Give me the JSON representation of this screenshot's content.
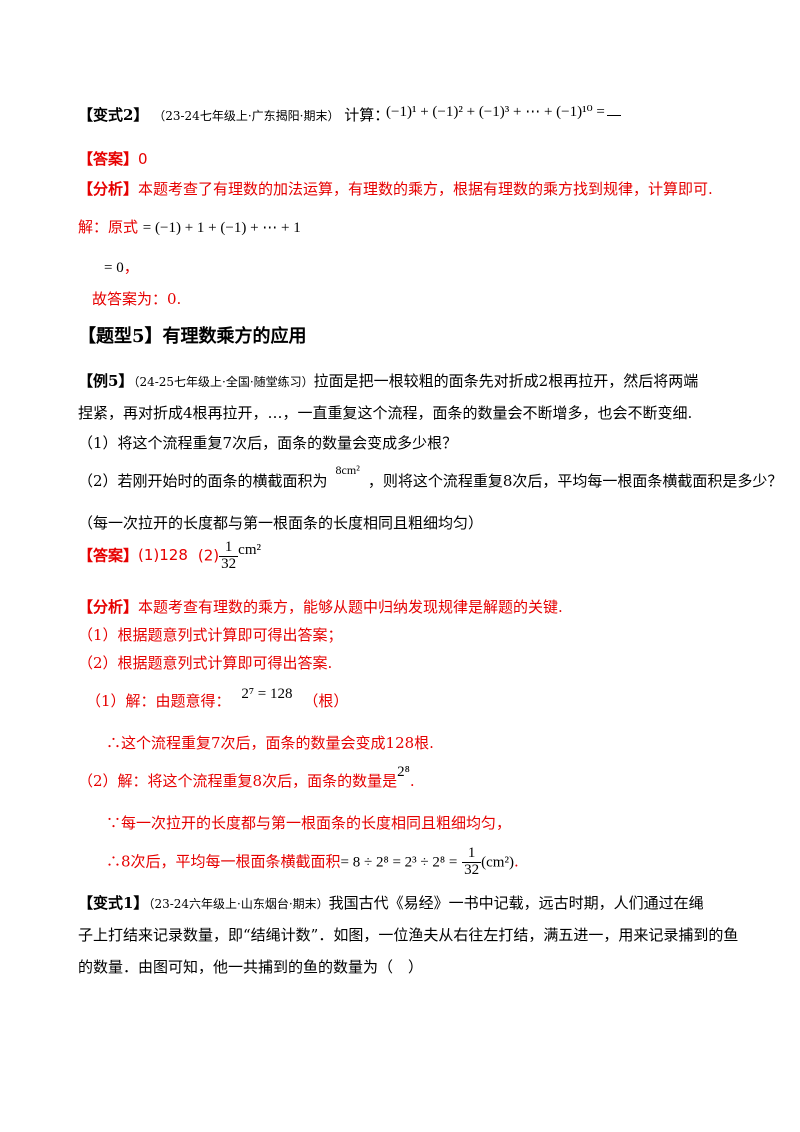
{
  "variant2": {
    "tag": "【变式2】",
    "source": "（23-24七年级上·广东揭阳·期末）",
    "prompt": "计算：",
    "expr": "(−1)¹ + (−1)² + (−1)³ + ⋯ + (−1)¹⁰ =",
    "answer_label": "【答案】",
    "answer_value": "0",
    "analysis_label": "【分析】",
    "analysis_text": "本题考查了有理数的加法运算，有理数的乘方，根据有理数的乘方找到规律，计算即可.",
    "solution_prefix": "解：原式",
    "solution_expr": "= (−1) + 1 + (−1) + ⋯ + 1",
    "solution_result": "= 0",
    "solution_result_tail": "，",
    "final": "故答案为：0."
  },
  "section5": {
    "title": "【题型5】有理数乘方的应用"
  },
  "example5": {
    "tag": "【例5】",
    "source": "（24-25七年级上·全国·随堂练习）",
    "line1": "拉面是把一根较粗的面条先对折成2根再拉开，然后将两端",
    "line2": "捏紧，再对折成4根再拉开，…，一直重复这个流程，面条的数量会不断增多，也会不断变细.",
    "q1": "（1）将这个流程重复7次后，面条的数量会变成多少根？",
    "q2_part1": "（2）若刚开始时的面条的横截面积为",
    "q2_area": "8cm²",
    "q2_part2": "，则将这个流程重复8次后，平均每一根面条横截面积是多少？",
    "note": "（每一次拉开的长度都与第一根面条的长度相同且粗细均匀）",
    "answer_label": "【答案】",
    "answer_1": "(1)128",
    "answer_2": "(2)",
    "answer_2_num": "1",
    "answer_2_den": "32",
    "answer_2_unit": "cm²",
    "analysis_label": "【分析】",
    "analysis_text": "本题考查有理数的乘方，能够从题中归纳发现规律是解题的关键.",
    "analysis_1": "（1）根据题意列式计算即可得出答案；",
    "analysis_2": "（2）根据题意列式计算即可得出答案.",
    "sol1_prefix": "（1）解：由题意得：",
    "sol1_expr": "2⁷ = 128",
    "sol1_unit": "（根）",
    "sol1_concl": "∴这个流程重复7次后，面条的数量会变成128根.",
    "sol2_text": "（2）解：将这个流程重复8次后，面条的数量是",
    "sol2_expr": "2⁸",
    "sol2_tail": ".",
    "sol2_because": "∵每一次拉开的长度都与第一根面条的长度相同且粗细均匀，",
    "sol2_concl_prefix": "∴8次后，平均每一根面条横截面积",
    "sol2_concl_expr": "= 8 ÷ 2⁸ = 2³ ÷ 2⁸ =",
    "sol2_concl_num": "1",
    "sol2_concl_den": "32",
    "sol2_concl_unit": "(cm²)",
    "sol2_concl_tail": "."
  },
  "variant1": {
    "tag": "【变式1】",
    "source": "（23-24六年级上·山东烟台·期末）",
    "line1": "我国古代《易经》一书中记载，远古时期，人们通过在绳",
    "line2": "子上打结来记录数量，即“结绳计数”．如图，一位渔夫从右往左打结，满五进一，用来记录捕到的鱼",
    "line3": "的数量．由图可知，他一共捕到的鱼的数量为（　）"
  }
}
